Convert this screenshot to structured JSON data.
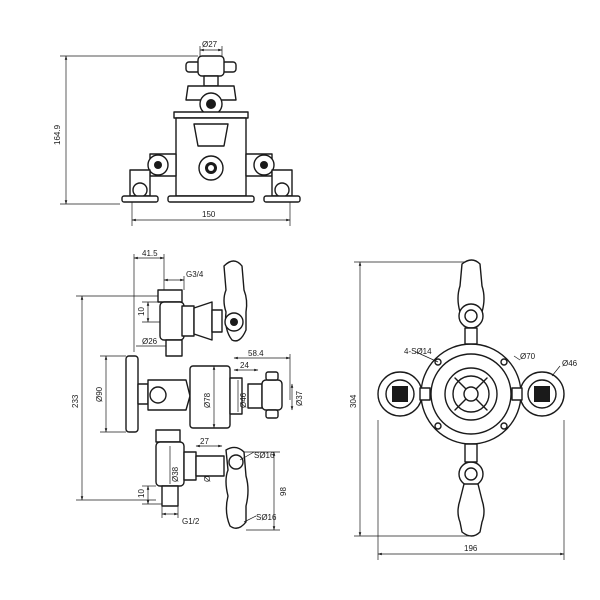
{
  "top_view": {
    "dia_27": "Ø27",
    "height_164_9": "164.9",
    "width_150": "150"
  },
  "side_view": {
    "d41_5": "41.5",
    "g3_4": "G3/4",
    "d10_top": "10",
    "dia_26": "Ø26",
    "d58_4": "58.4",
    "d24": "24",
    "dia_90": "Ø90",
    "dia_78": "Ø78",
    "dia_46": "Ø46",
    "dia_37": "Ø37",
    "d233": "233",
    "d27": "27",
    "sdia_16_a": "SØ16",
    "dia_38": "Ø38",
    "dia_24": "Ø24",
    "d10_bottom": "10",
    "d98": "98",
    "g1_2": "G1/2",
    "sdia_16_b": "SØ16"
  },
  "front_view": {
    "holes": "4-SØ14",
    "dia_70": "Ø70",
    "dia_46": "Ø46",
    "d304": "304",
    "d196": "196"
  }
}
